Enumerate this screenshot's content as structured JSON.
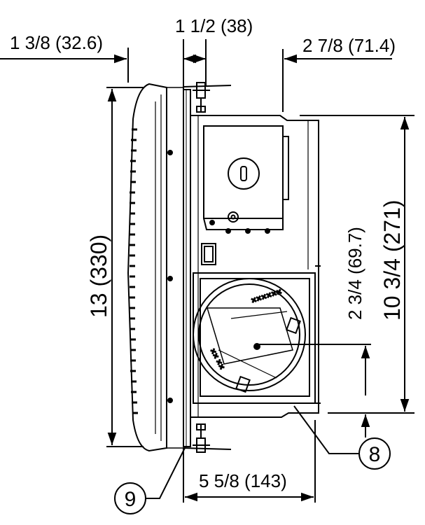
{
  "dimensions": {
    "front_offset": "1 3/8 (32.6)",
    "flange_depth": "1 1/2 (38)",
    "rear_offset": "2 7/8 (71.4)",
    "overall_height": "13 (330)",
    "housing_height": "10 3/4 (271)",
    "duct_center_height": "2 3/4 (69.7)",
    "housing_depth": "5 5/8 (143)"
  },
  "callouts": {
    "duct_adapter": "8",
    "mounting_bracket": "9"
  },
  "colors": {
    "line": "#000000",
    "background": "#ffffff"
  }
}
